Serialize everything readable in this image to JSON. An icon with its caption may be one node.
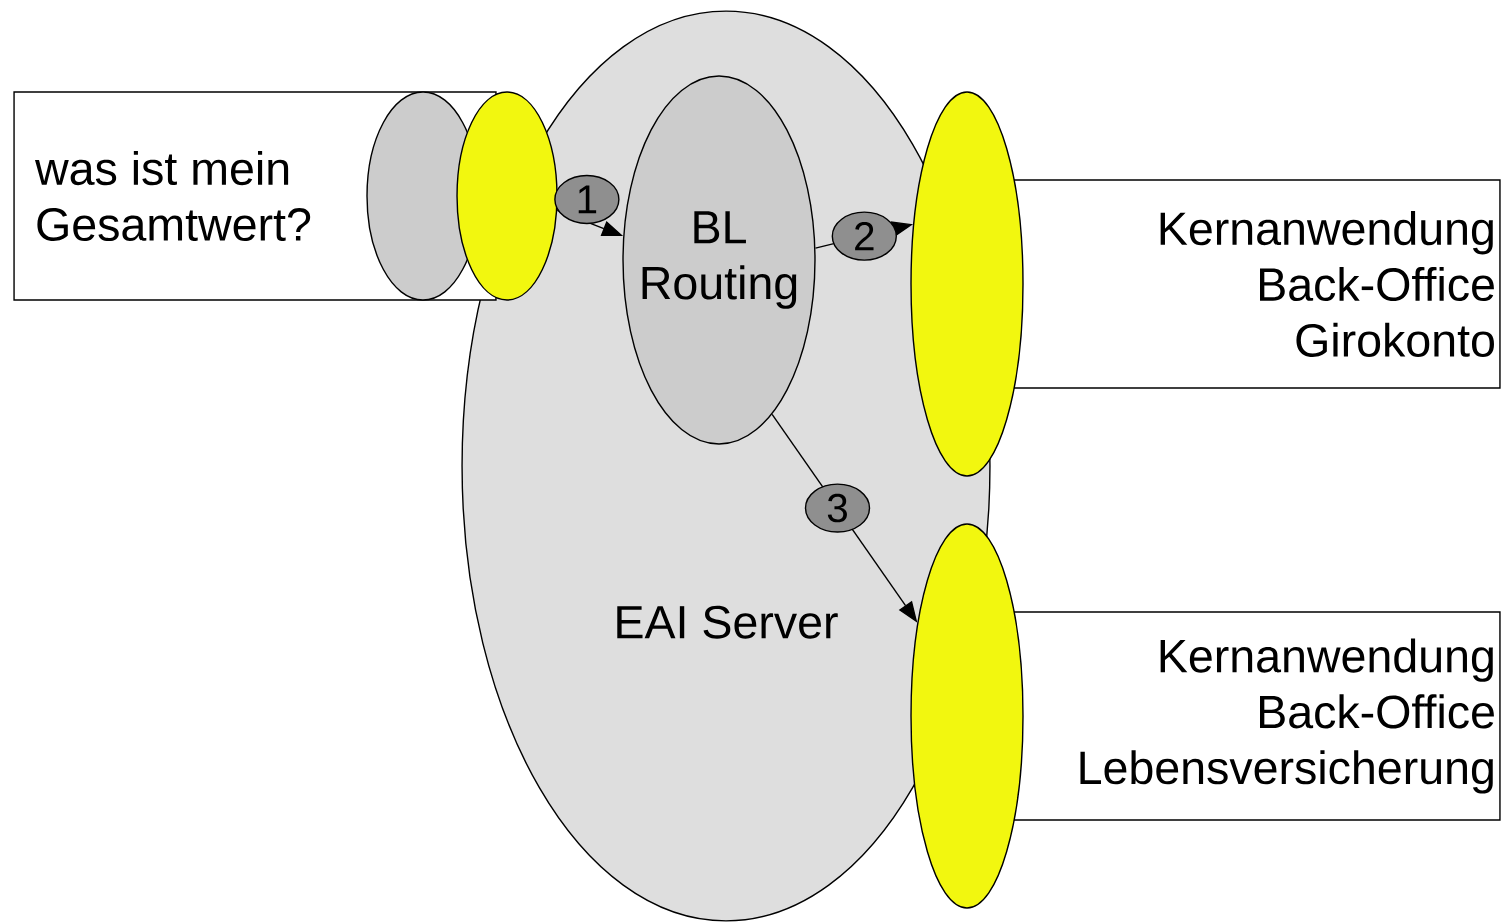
{
  "diagram": {
    "nodes": [
      {
        "text": [
          "was ist mein Gesamtwert?"
        ]
      },
      {
        "text": [],
        "shape": "ellipse",
        "in": 0
      },
      {
        "text": [],
        "shape": "ellipse"
      },
      {
        "text": [
          "EAI Server"
        ]
      },
      {
        "text": [
          "BL Routing"
        ],
        "in": 3
      },
      {
        "text": [],
        "shape": "ellipse"
      },
      {
        "text": [
          "Kernanwendung Back-Office Girokonto"
        ]
      },
      {
        "text": [],
        "shape": "ellipse"
      },
      {
        "text": [
          "Kernanwendung Back-Office Lebensversicherung"
        ]
      }
    ],
    "edges": [
      {
        "from": 2,
        "to": 4,
        "arrow": "to",
        "label": "1"
      },
      {
        "from": 4,
        "to": 5,
        "arrow": "to",
        "label": "2"
      },
      {
        "from": 4,
        "to": 7,
        "arrow": "to",
        "label": "3"
      }
    ]
  }
}
